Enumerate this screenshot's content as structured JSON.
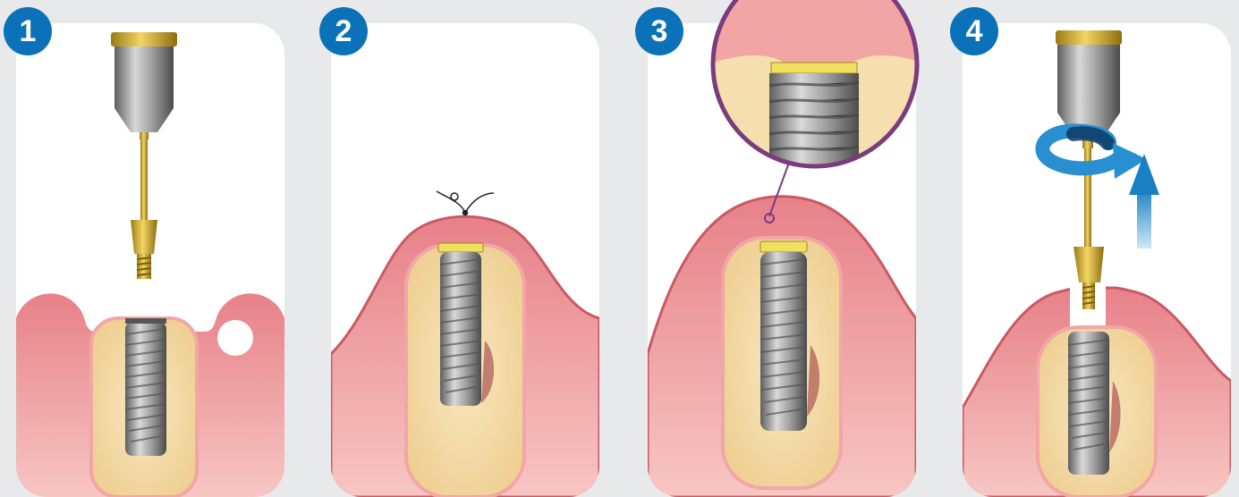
{
  "steps": [
    {
      "number": "1"
    },
    {
      "number": "2"
    },
    {
      "number": "3"
    },
    {
      "number": "4"
    }
  ],
  "colors": {
    "badge": "#0b72b9",
    "gum": "#e9868b",
    "gum_light": "#f4b9b8",
    "bone": "#f6dfae",
    "implant": "#9a9a9a",
    "gold": "#d6b23a",
    "zoom_ring": "#7b3b7f",
    "arrow": "#2a8fd0"
  },
  "icons": [
    "rotation-arrow-icon",
    "up-arrow-icon"
  ]
}
